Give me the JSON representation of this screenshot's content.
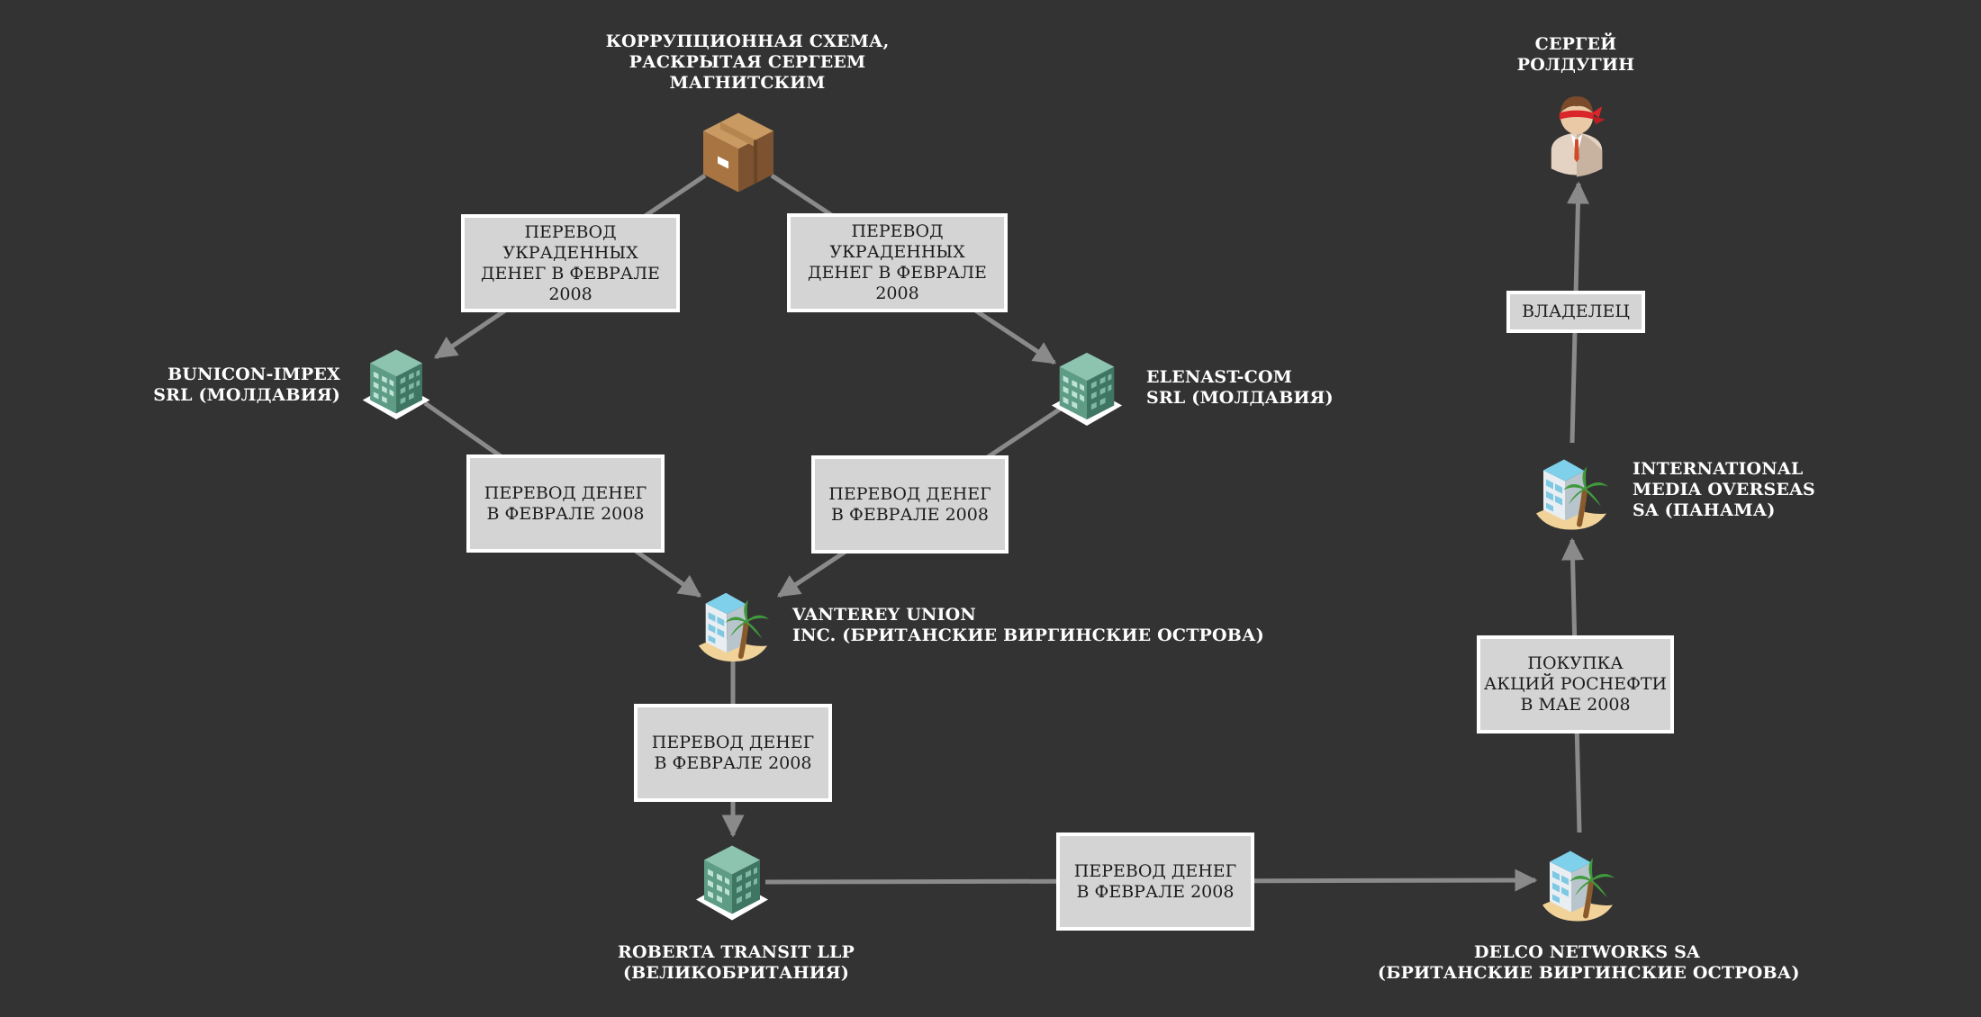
{
  "nodes": {
    "scheme": [
      "КОРРУПЦИОННАЯ СХЕМА,",
      "РАСКРЫТАЯ СЕРГЕЕМ",
      "МАГНИТСКИМ"
    ],
    "bunicon": [
      "BUNICON-IMPEX",
      "SRL (МОЛДАВИЯ)"
    ],
    "elenast": [
      "ELENAST-COM",
      "SRL (МОЛДАВИЯ)"
    ],
    "vanterey": [
      "VANTEREY UNION",
      "INC. (БРИТАНСКИЕ ВИРГИНСКИЕ ОСТРОВА)"
    ],
    "roberta": [
      "ROBERTA TRANSIT LLP",
      "(ВЕЛИКОБРИТАНИЯ)"
    ],
    "delco": [
      "DELCO NETWORKS SA",
      "(БРИТАНСКИЕ ВИРГИНСКИЕ ОСТРОВА)"
    ],
    "imo": [
      "INTERNATIONAL",
      "MEDIA OVERSEAS",
      "SA (ПАНАМА)"
    ],
    "roldugin": [
      "СЕРГЕЙ",
      "РОЛДУГИН"
    ]
  },
  "edges": {
    "stolen_left": [
      "ПЕРЕВОД",
      "УКРАДЕННЫХ",
      "ДЕНЕГ В ФЕВРАЛЕ",
      "2008"
    ],
    "stolen_right": [
      "ПЕРЕВОД",
      "УКРАДЕННЫХ",
      "ДЕНЕГ В ФЕВРАЛЕ",
      "2008"
    ],
    "transfer_left": [
      "ПЕРЕВОД ДЕНЕГ",
      "В ФЕВРАЛЕ 2008"
    ],
    "transfer_right": [
      "ПЕРЕВОД ДЕНЕГ",
      "В ФЕВРАЛЕ 2008"
    ],
    "transfer_down": [
      "ПЕРЕВОД ДЕНЕГ",
      "В ФЕВРАЛЕ 2008"
    ],
    "transfer_bottom": [
      "ПЕРЕВОД ДЕНЕГ",
      "В ФЕВРАЛЕ 2008"
    ],
    "purchase": [
      "ПОКУПКА",
      "АКЦИЙ РОСНЕФТИ",
      "В МАЕ 2008"
    ],
    "owner": [
      "ВЛАДЕЛЕЦ"
    ]
  },
  "icons": {
    "scheme": "cardboard-box-icon",
    "bunicon": "office-building-icon",
    "elenast": "office-building-icon",
    "vanterey": "offshore-building-palm-icon",
    "roberta": "office-building-icon",
    "delco": "offshore-building-palm-icon",
    "imo": "offshore-building-palm-icon",
    "roldugin": "blindfolded-person-icon"
  },
  "colors": {
    "background": "#333333",
    "connector": "#8a8a8a",
    "box_fill": "#d4d4d5",
    "box_border": "#ffffff",
    "label_text": "#ffffff"
  }
}
